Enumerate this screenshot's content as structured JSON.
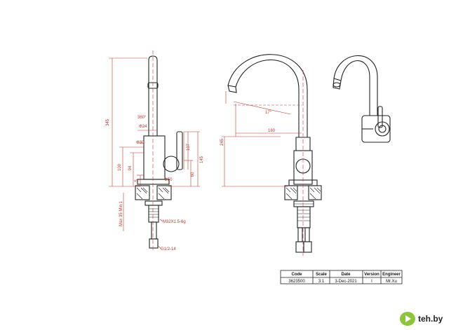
{
  "dimensions": {
    "overall_height": "345",
    "swivel_angle": "360°",
    "spout_diameter": "Φ24",
    "body_diameter": "Φ30",
    "handle_length": "107",
    "body_height_100": "100",
    "body_height_94": "94",
    "lever_height_145": "145",
    "lever_height_60": "60",
    "base_5": "5",
    "base_diameter": "Φ50",
    "max_counter": "Max 35 Min 1",
    "thread_main": "M32X1.5-6g",
    "thread_hose": "G1/2-14",
    "spout_tilt": "17°",
    "spout_reach": "180",
    "spout_height": "245"
  },
  "title_block": {
    "headers": [
      "Code",
      "Scale",
      "Date",
      "Version",
      "Engineer"
    ],
    "values": [
      "3623500",
      "3:1",
      "3-Dec-2021",
      "I",
      "Mr.Xu"
    ]
  },
  "watermark": {
    "text": "teh.by"
  }
}
